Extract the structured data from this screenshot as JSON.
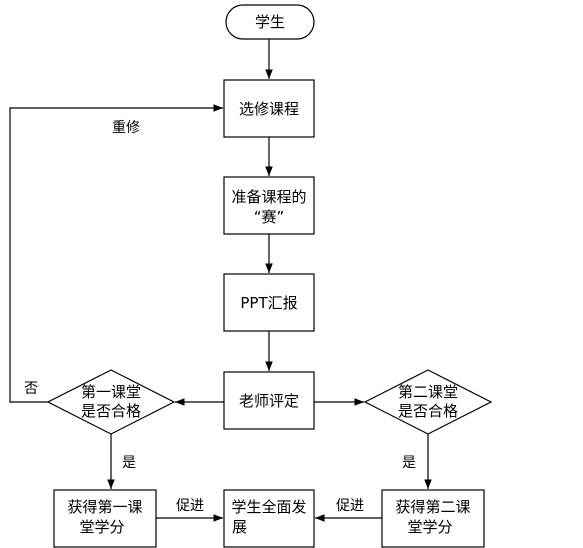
{
  "nodes": {
    "start": "学生",
    "select_course": "选修课程",
    "prepare_line1": "准备课程的",
    "prepare_line2": "“赛”",
    "ppt_report": "PPT汇报",
    "teacher_eval": "老师评定",
    "first_class_line1": "第一课堂",
    "first_class_line2": "是否合格",
    "second_class_line1": "第二课堂",
    "second_class_line2": "是否合格",
    "credit1_line1": "获得第一课",
    "credit1_line2": "堂学分",
    "development_line1": "学生全面发",
    "development_line2": "展",
    "credit2_line1": "获得第二课",
    "credit2_line2": "堂学分"
  },
  "edge_labels": {
    "retake": "重修",
    "no": "否",
    "yes_left": "是",
    "yes_right": "是",
    "promote_left": "促进",
    "promote_right": "促进"
  }
}
